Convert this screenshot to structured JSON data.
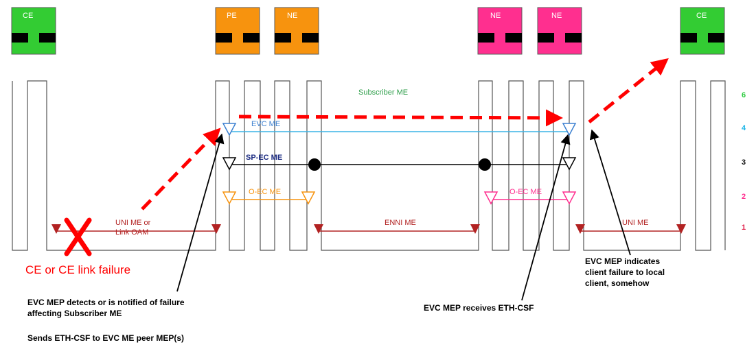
{
  "devices": [
    {
      "label": "CE",
      "color": "#33cc33"
    },
    {
      "label": "PE",
      "color": "#f7930e"
    },
    {
      "label": "NE",
      "color": "#f7930e"
    },
    {
      "label": "NE",
      "color": "#ff2f8f"
    },
    {
      "label": "NE",
      "color": "#ff2f8f"
    },
    {
      "label": "CE",
      "color": "#33cc33"
    }
  ],
  "levels": [
    {
      "num": "6",
      "color": "#2ecc40"
    },
    {
      "num": "4",
      "color": "#1fb6e8"
    },
    {
      "num": "3",
      "color": "#111111"
    },
    {
      "num": "2",
      "color": "#ff2f8f"
    },
    {
      "num": "1",
      "color": "#e0204a"
    }
  ],
  "me_labels": {
    "subscriber": "Subscriber ME",
    "evc": "EVC ME",
    "sp_ec": "SP-EC ME",
    "oec_left": "O-EC ME",
    "oec_right": "O-EC ME",
    "uni_left_1": "UNI ME or",
    "uni_left_2": "Link OAM",
    "enni": "ENNI ME",
    "uni_right": "UNI ME"
  },
  "annotations": {
    "failure": "CE or CE link failure",
    "detects_1": "EVC MEP detects or is notified of failure",
    "detects_2": "affecting Subscriber ME",
    "sends": "Sends ETH-CSF to EVC ME peer MEP(s)",
    "receives": "EVC MEP receives ETH-CSF",
    "indicates_1": "EVC MEP indicates",
    "indicates_2": "client failure to local",
    "indicates_3": "client, somehow"
  },
  "colors": {
    "evc_line": "#3ab4e6",
    "oam_line": "#b22222",
    "oec_left_line": "#f7930e",
    "oec_right_line": "#ff2f8f",
    "failure_arrow": "#ff0000",
    "subscriber_text": "#2e9e4a",
    "evc_text": "#3a7fd0",
    "spec_text": "#1a2a80"
  }
}
